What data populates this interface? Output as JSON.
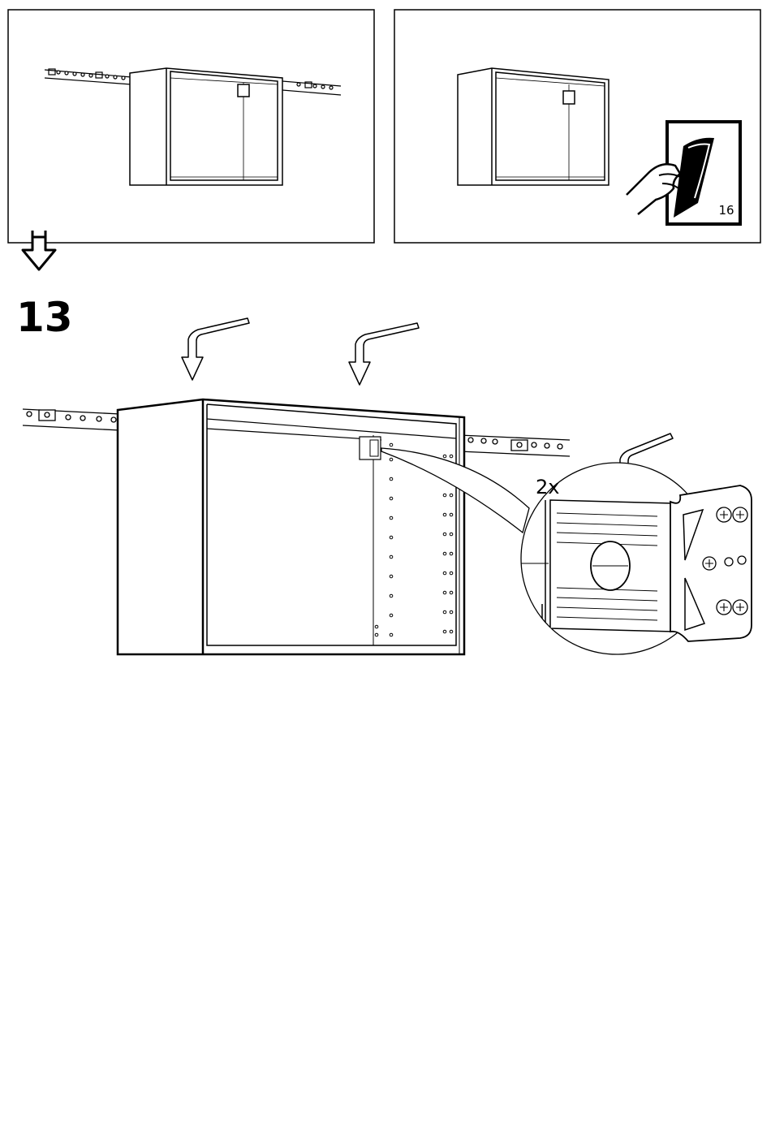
{
  "page": {
    "background": "#ffffff",
    "ink": "#000000"
  },
  "panels": [
    {
      "name": "hang-cabinet-on-rail",
      "icon": "cabinet-on-rail"
    },
    {
      "name": "see-page-reference",
      "icon": "page-turn-hand-icon",
      "page_ref": "16"
    }
  ],
  "flow_arrow": {
    "icon": "down-arrow-icon"
  },
  "step": {
    "number": "13",
    "detail_quantity": "2x",
    "icons": [
      "down-arrow-icon",
      "down-arrow-icon",
      "down-arrow-icon"
    ]
  }
}
